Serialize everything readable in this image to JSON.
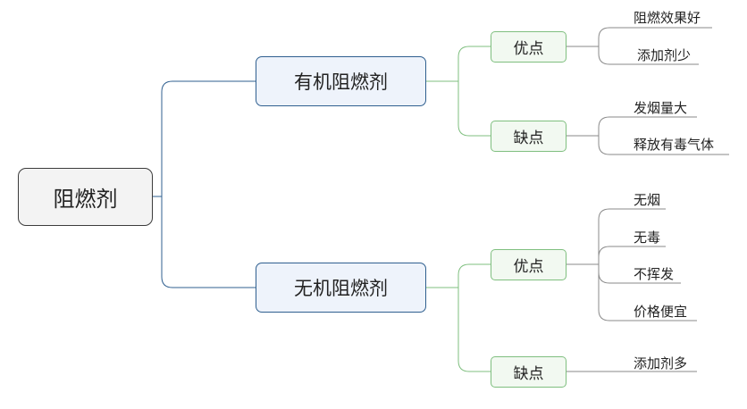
{
  "root": {
    "label": "阻燃剂"
  },
  "branches": [
    {
      "label": "有机阻燃剂",
      "groups": [
        {
          "label": "优点",
          "items": [
            "阻燃效果好",
            "添加剂少"
          ]
        },
        {
          "label": "缺点",
          "items": [
            "发烟量大",
            "释放有毒气体"
          ]
        }
      ]
    },
    {
      "label": "无机阻燃剂",
      "groups": [
        {
          "label": "优点",
          "items": [
            "无烟",
            "无毒",
            "不挥发",
            "价格便宜"
          ]
        },
        {
          "label": "缺点",
          "items": [
            "添加剂多"
          ]
        }
      ]
    }
  ],
  "colors": {
    "root_border": "#3c3c3c",
    "branch_line": "#2f5f8f",
    "sub_line": "#7fbf7f",
    "leaf_line": "#8a8a8a"
  }
}
